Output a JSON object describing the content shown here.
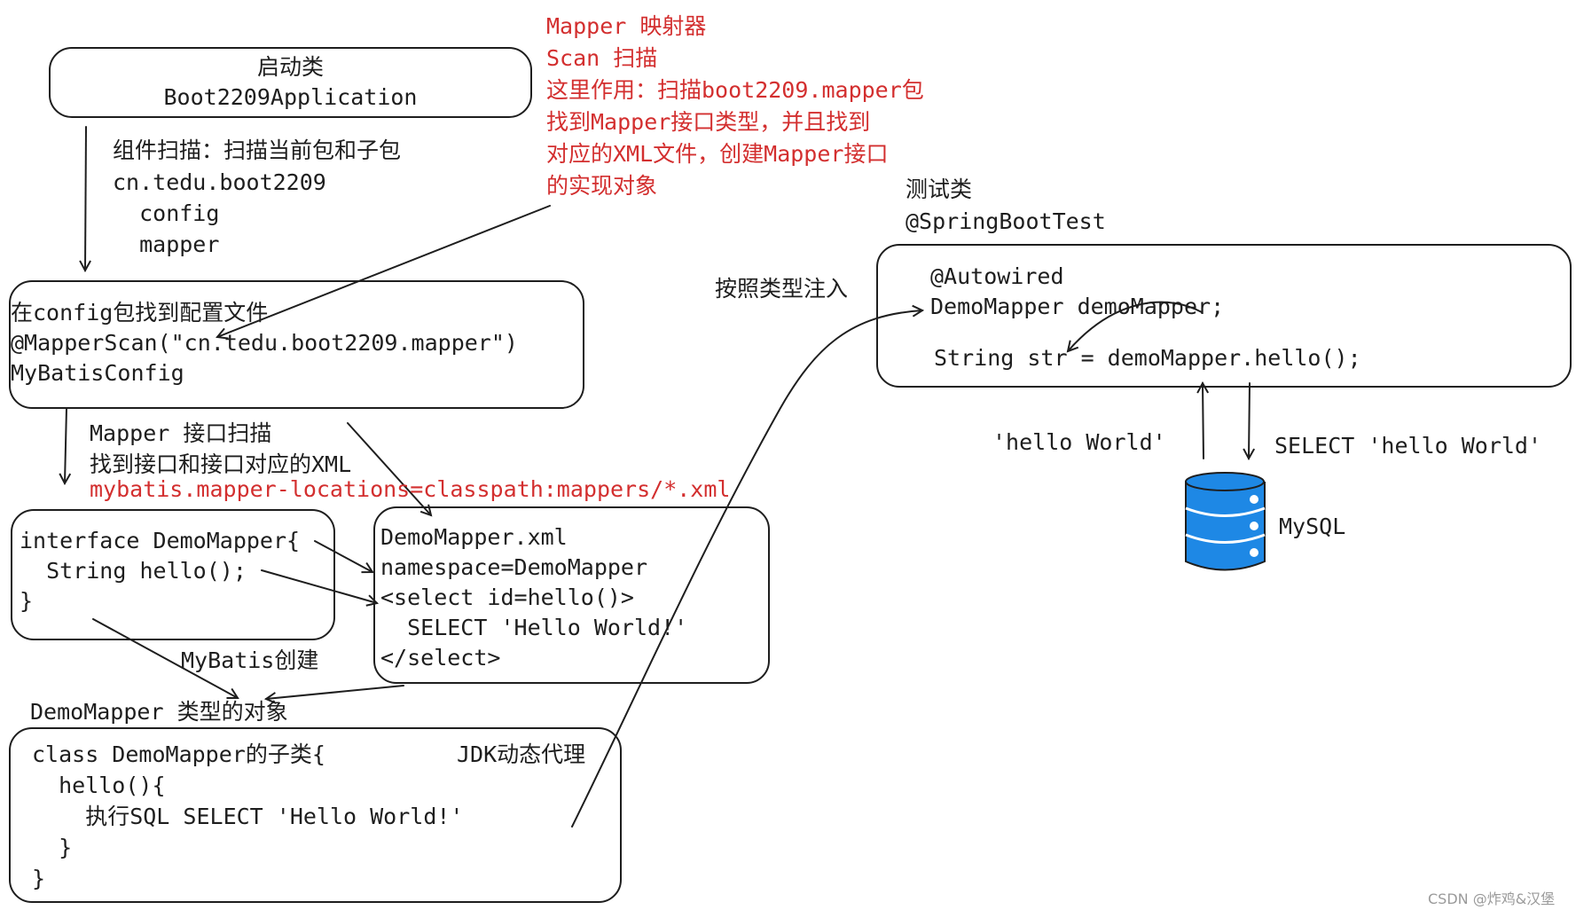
{
  "startup": {
    "title": "启动类",
    "class_name": "Boot2209Application"
  },
  "component_scan": {
    "lines": [
      "组件扫描：扫描当前包和子包",
      "cn.tedu.boot2209",
      "  config",
      "  mapper"
    ]
  },
  "mapper_scan_note": {
    "lines": [
      "Mapper 映射器",
      "Scan 扫描",
      "这里作用：扫描boot2209.mapper包",
      "找到Mapper接口类型，并且找到",
      "对应的XML文件，创建Mapper接口",
      "的实现对象"
    ]
  },
  "config_box": {
    "lines": [
      "在config包找到配置文件",
      "@MapperScan(\"cn.tedu.boot2209.mapper\")",
      "MyBatisConfig"
    ]
  },
  "interface_scan": {
    "lines": [
      "Mapper 接口扫描",
      "找到接口和接口对应的XML"
    ],
    "locations": "mybatis.mapper-locations=classpath:mappers/*.xml"
  },
  "interface_box": {
    "lines": [
      "interface DemoMapper{",
      "  String hello();",
      "}"
    ]
  },
  "xml_box": {
    "lines": [
      "DemoMapper.xml",
      "namespace=DemoMapper",
      "<select id=hello()>",
      "  SELECT 'Hello World!'",
      "</select>"
    ]
  },
  "mybatis_create": "MyBatis创建",
  "object_label": "DemoMapper 类型的对象",
  "impl_box": {
    "lines": [
      "class DemoMapper的子类{",
      "  hello(){",
      "    执行SQL SELECT 'Hello World!'",
      "  }",
      "}"
    ],
    "proxy_label": "JDK动态代理"
  },
  "test_header": {
    "lines": [
      "测试类",
      "@SpringBootTest"
    ]
  },
  "test_box": {
    "lines": [
      "@Autowired",
      "DemoMapper demoMapper;"
    ],
    "call_line": "String str = demoMapper.hello();"
  },
  "inject_label": "按照类型注入",
  "return_label": "'hello World'",
  "sql_label": "SELECT 'hello World'",
  "database": {
    "label": "MySQL",
    "color": "#1e88e5"
  },
  "watermark": "CSDN @炸鸡&汉堡",
  "colors": {
    "ink": "#1e1e1e",
    "annotation": "#d32f2f",
    "watermark": "#9a9a9a"
  }
}
